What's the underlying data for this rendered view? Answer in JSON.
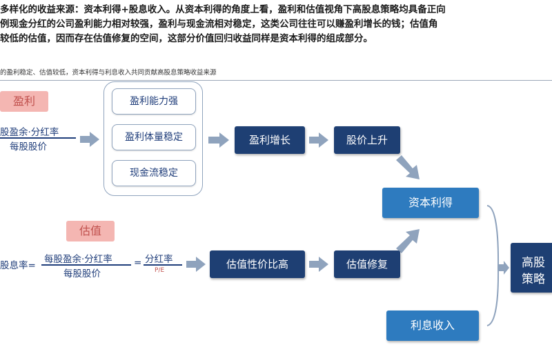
{
  "paragraph": {
    "line1": "多样化的收益来源：资本利得+股息收入。从资本利得的角度上看，盈利和估值视角下高股息策略均具备正向",
    "line2": "例现金分红的公司盈利能力相对较强，盈利与现金流相对稳定，这类公司往往可以赚盈利增长的钱；估值角",
    "line3": "较低的估值，因而存在估值修复的空间，这部分价值回归收益同样是资本利得的组成部分。"
  },
  "caption": "的盈利稳定、估值较低，资本利得与利息收入共同贡献高股息策略收益来源",
  "earnings": {
    "tag": "盈利",
    "formula_numerator": "股盈余·分红率",
    "formula_denominator": "每股股价",
    "traits": [
      "盈利能力强",
      "盈利体量稳定",
      "现金流稳定"
    ],
    "step1": "盈利增长",
    "step2": "股价上升"
  },
  "valuation": {
    "tag": "估值",
    "formula_lhs": "股息率=",
    "formula_numerator": "每股盈余·分红率",
    "formula_denominator": "每股股价",
    "formula_eq": "=",
    "formula_rhs_numerator": "分红率",
    "formula_rhs_denominator": "P/E",
    "step1": "估值性价比高",
    "step2": "估值修复"
  },
  "capital_gain": "资本利得",
  "interest_income": "利息收入",
  "strategy": {
    "line1": "高股",
    "line2": "策略"
  },
  "colors": {
    "dark_box": "#1e3f73",
    "mid_box": "#2e7bbf",
    "arrow": "#8fa3bd",
    "tag_bg": "#f4b6b2",
    "tag_text": "#c0504d"
  }
}
